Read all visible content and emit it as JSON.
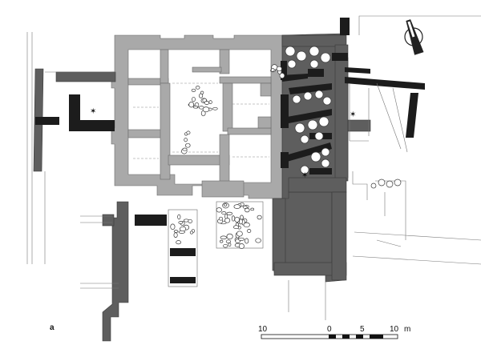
{
  "figure": {
    "panel_label": "a"
  },
  "scale_bar": {
    "labels": [
      "10",
      "0",
      "5",
      "10"
    ],
    "unit": "m"
  },
  "north_arrow": {
    "icon": "north-arrow-icon"
  },
  "colors": {
    "wall_light": "#a9a9a9",
    "wall_mid": "#5e5e5e",
    "wall_dark": "#1c1c1c"
  }
}
